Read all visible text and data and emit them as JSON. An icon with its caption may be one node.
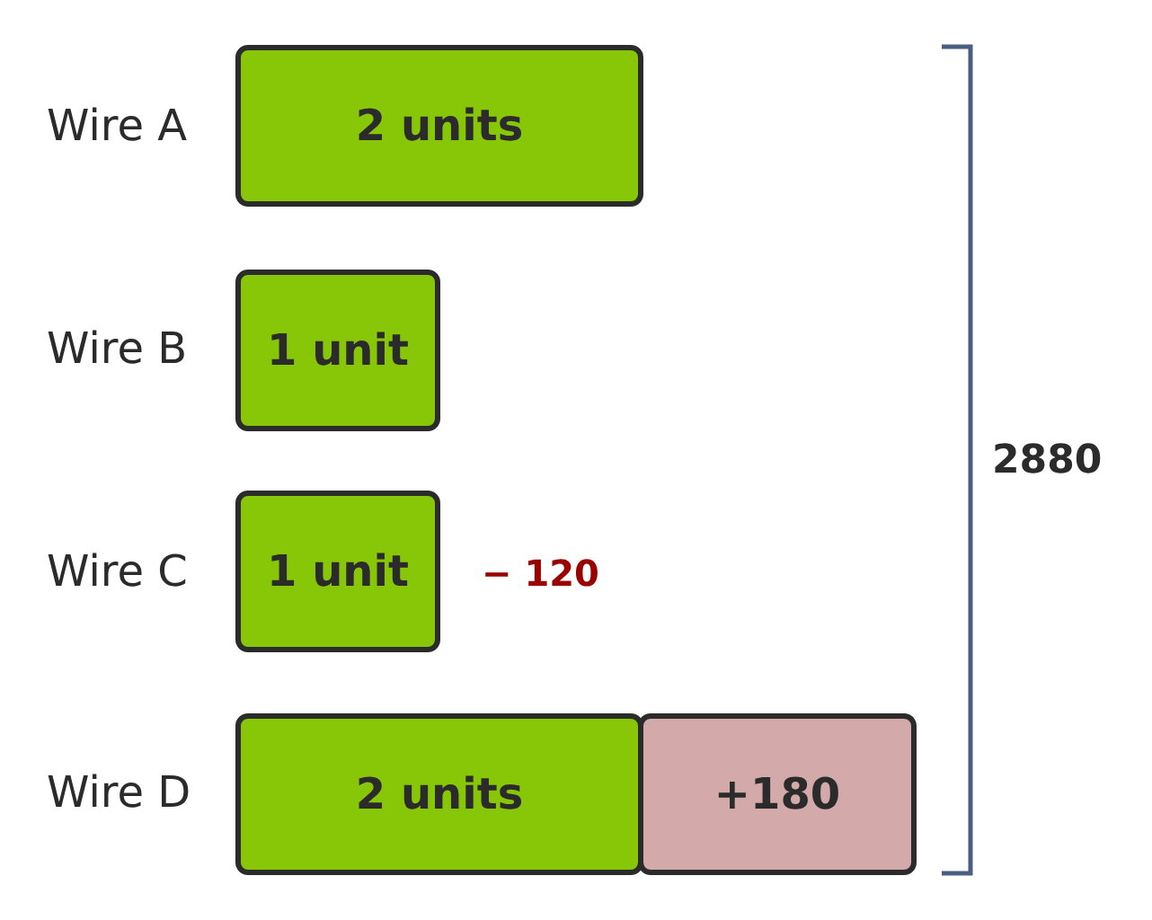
{
  "diagram": {
    "nodes": [
      {
        "text": [
          "2 units"
        ]
      },
      {
        "text": [
          "1 unit"
        ]
      },
      {
        "text": [
          "1 unit"
        ]
      },
      {
        "text": [
          "2 units"
        ]
      },
      {
        "text": [
          "+180"
        ]
      }
    ],
    "edges": [],
    "labels": [
      "Wire A",
      "Wire B",
      "2880",
      "Wire C",
      "− 120",
      "Wire D"
    ]
  }
}
